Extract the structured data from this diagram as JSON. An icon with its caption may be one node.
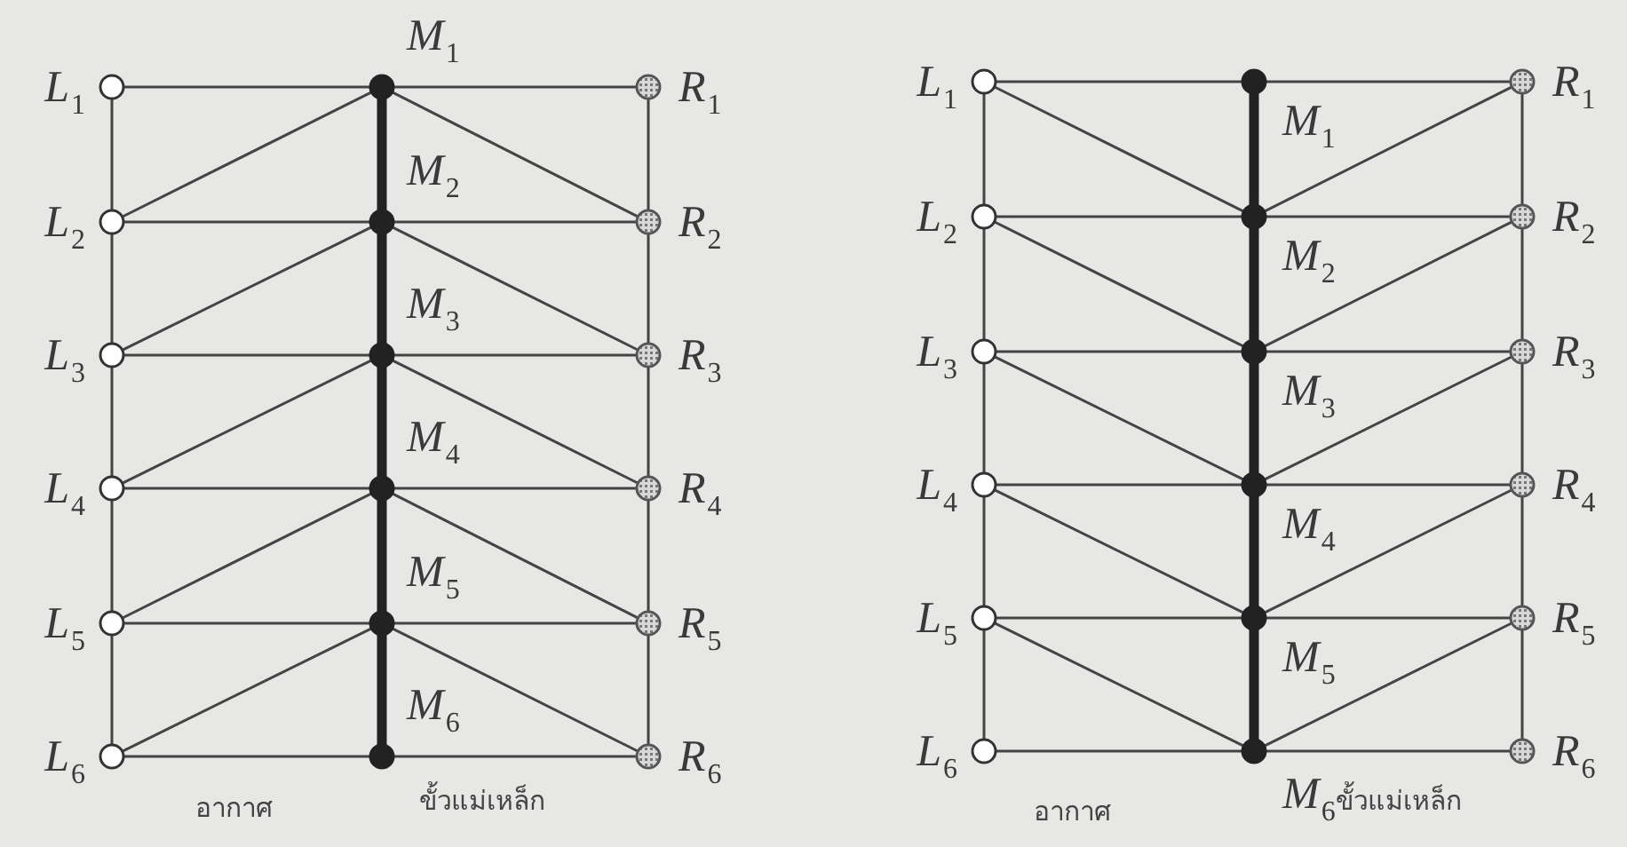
{
  "diagram": {
    "nodes": [
      {
        "text": [],
        "shape": "circle",
        "beside": [
          "*L*$_{1}$"
        ]
      },
      {
        "text": [],
        "shape": "circle",
        "beside": [
          "*L*$_{2}$"
        ]
      },
      {
        "text": [],
        "shape": "circle",
        "beside": [
          "*L*$_{3}$"
        ]
      },
      {
        "text": [],
        "shape": "circle",
        "beside": [
          "*L*$_{4}$"
        ]
      },
      {
        "text": [],
        "shape": "circle",
        "beside": [
          "*L*$_{5}$"
        ]
      },
      {
        "text": [],
        "shape": "circle",
        "beside": [
          "*L*$_{6}$"
        ]
      },
      {
        "text": [],
        "shape": "circle",
        "beside": [
          "*M*$_{1}$"
        ]
      },
      {
        "text": [],
        "shape": "circle",
        "beside": [
          "*M*$_{2}$"
        ]
      },
      {
        "text": [],
        "shape": "circle",
        "beside": [
          "*M*$_{3}$"
        ]
      },
      {
        "text": [],
        "shape": "circle",
        "beside": [
          "*M*$_{4}$"
        ]
      },
      {
        "text": [],
        "shape": "circle",
        "beside": [
          "*M*$_{5}$"
        ]
      },
      {
        "text": [],
        "shape": "circle",
        "beside": [
          "*M*$_{6}$"
        ]
      },
      {
        "text": [],
        "shape": "circle",
        "beside": [
          "*R*$_{1}$"
        ]
      },
      {
        "text": [],
        "shape": "circle",
        "beside": [
          "*R*$_{2}$"
        ]
      },
      {
        "text": [],
        "shape": "circle",
        "beside": [
          "*R*$_{3}$"
        ]
      },
      {
        "text": [],
        "shape": "circle",
        "beside": [
          "*R*$_{4}$"
        ]
      },
      {
        "text": [],
        "shape": "circle",
        "beside": [
          "*R*$_{5}$"
        ]
      },
      {
        "text": [],
        "shape": "circle",
        "beside": [
          "*R*$_{6}$"
        ]
      },
      {
        "text": [],
        "shape": "circle",
        "beside": [
          "*L*$_{1}$"
        ]
      },
      {
        "text": [],
        "shape": "circle",
        "beside": [
          "*L*$_{2}$"
        ]
      },
      {
        "text": [],
        "shape": "circle",
        "beside": [
          "*L*$_{3}$"
        ]
      },
      {
        "text": [],
        "shape": "circle",
        "beside": [
          "*L*$_{4}$"
        ]
      },
      {
        "text": [],
        "shape": "circle",
        "beside": [
          "*L*$_{5}$"
        ]
      },
      {
        "text": [],
        "shape": "circle",
        "beside": [
          "*L*$_{6}$"
        ]
      },
      {
        "text": [],
        "shape": "circle",
        "beside": [
          "*M*$_{1}$"
        ]
      },
      {
        "text": [],
        "shape": "circle",
        "beside": [
          "*M*$_{2}$"
        ]
      },
      {
        "text": [],
        "shape": "circle",
        "beside": [
          "*M*$_{3}$"
        ]
      },
      {
        "text": [],
        "shape": "circle",
        "beside": [
          "*M*$_{4}$"
        ]
      },
      {
        "text": [],
        "shape": "circle",
        "beside": [
          "*M*$_{5}$"
        ]
      },
      {
        "text": [],
        "shape": "circle",
        "beside": [
          "*M*$_{6}$"
        ]
      },
      {
        "text": [],
        "shape": "circle",
        "beside": [
          "*R*$_{1}$"
        ]
      },
      {
        "text": [],
        "shape": "circle",
        "beside": [
          "*R*$_{2}$"
        ]
      },
      {
        "text": [],
        "shape": "circle",
        "beside": [
          "*R*$_{3}$"
        ]
      },
      {
        "text": [],
        "shape": "circle",
        "beside": [
          "*R*$_{4}$"
        ]
      },
      {
        "text": [],
        "shape": "circle",
        "beside": [
          "*R*$_{5}$"
        ]
      },
      {
        "text": [],
        "shape": "circle",
        "beside": [
          "*R*$_{6}$"
        ]
      }
    ],
    "edges": [
      {
        "from": 0,
        "to": 6,
        "arrow": "none"
      },
      {
        "from": 6,
        "to": 12,
        "arrow": "none"
      },
      {
        "from": 1,
        "to": 6,
        "arrow": "none"
      },
      {
        "from": 6,
        "to": 13,
        "arrow": "none"
      },
      {
        "from": 1,
        "to": 7,
        "arrow": "none"
      },
      {
        "from": 7,
        "to": 13,
        "arrow": "none"
      },
      {
        "from": 2,
        "to": 7,
        "arrow": "none"
      },
      {
        "from": 7,
        "to": 14,
        "arrow": "none"
      },
      {
        "from": 2,
        "to": 8,
        "arrow": "none"
      },
      {
        "from": 8,
        "to": 14,
        "arrow": "none"
      },
      {
        "from": 3,
        "to": 8,
        "arrow": "none"
      },
      {
        "from": 8,
        "to": 15,
        "arrow": "none"
      },
      {
        "from": 3,
        "to": 9,
        "arrow": "none"
      },
      {
        "from": 9,
        "to": 15,
        "arrow": "none"
      },
      {
        "from": 4,
        "to": 9,
        "arrow": "none"
      },
      {
        "from": 9,
        "to": 16,
        "arrow": "none"
      },
      {
        "from": 4,
        "to": 10,
        "arrow": "none"
      },
      {
        "from": 10,
        "to": 16,
        "arrow": "none"
      },
      {
        "from": 5,
        "to": 10,
        "arrow": "none"
      },
      {
        "from": 10,
        "to": 17,
        "arrow": "none"
      },
      {
        "from": 5,
        "to": 11,
        "arrow": "none"
      },
      {
        "from": 11,
        "to": 17,
        "arrow": "none"
      },
      {
        "from": 0,
        "to": 1,
        "arrow": "none"
      },
      {
        "from": 1,
        "to": 2,
        "arrow": "none"
      },
      {
        "from": 2,
        "to": 3,
        "arrow": "none"
      },
      {
        "from": 3,
        "to": 4,
        "arrow": "none"
      },
      {
        "from": 4,
        "to": 5,
        "arrow": "none"
      },
      {
        "from": 6,
        "to": 7,
        "arrow": "none",
        "style": "thick"
      },
      {
        "from": 7,
        "to": 8,
        "arrow": "none",
        "style": "thick"
      },
      {
        "from": 8,
        "to": 9,
        "arrow": "none",
        "style": "thick"
      },
      {
        "from": 9,
        "to": 10,
        "arrow": "none",
        "style": "thick"
      },
      {
        "from": 10,
        "to": 11,
        "arrow": "none",
        "style": "thick"
      },
      {
        "from": 12,
        "to": 13,
        "arrow": "none"
      },
      {
        "from": 13,
        "to": 14,
        "arrow": "none"
      },
      {
        "from": 14,
        "to": 15,
        "arrow": "none"
      },
      {
        "from": 15,
        "to": 16,
        "arrow": "none"
      },
      {
        "from": 16,
        "to": 17,
        "arrow": "none"
      },
      {
        "from": 18,
        "to": 24,
        "arrow": "none"
      },
      {
        "from": 24,
        "to": 30,
        "arrow": "none"
      },
      {
        "from": 18,
        "to": 25,
        "arrow": "none"
      },
      {
        "from": 25,
        "to": 30,
        "arrow": "none"
      },
      {
        "from": 19,
        "to": 25,
        "arrow": "none"
      },
      {
        "from": 25,
        "to": 31,
        "arrow": "none"
      },
      {
        "from": 19,
        "to": 26,
        "arrow": "none"
      },
      {
        "from": 26,
        "to": 31,
        "arrow": "none"
      },
      {
        "from": 20,
        "to": 26,
        "arrow": "none"
      },
      {
        "from": 26,
        "to": 32,
        "arrow": "none"
      },
      {
        "from": 20,
        "to": 27,
        "arrow": "none"
      },
      {
        "from": 27,
        "to": 32,
        "arrow": "none"
      },
      {
        "from": 21,
        "to": 27,
        "arrow": "none"
      },
      {
        "from": 27,
        "to": 33,
        "arrow": "none"
      },
      {
        "from": 21,
        "to": 28,
        "arrow": "none"
      },
      {
        "from": 28,
        "to": 33,
        "arrow": "none"
      },
      {
        "from": 22,
        "to": 28,
        "arrow": "none"
      },
      {
        "from": 28,
        "to": 34,
        "arrow": "none"
      },
      {
        "from": 22,
        "to": 29,
        "arrow": "none"
      },
      {
        "from": 29,
        "to": 34,
        "arrow": "none"
      },
      {
        "from": 23,
        "to": 29,
        "arrow": "none"
      },
      {
        "from": 29,
        "to": 35,
        "arrow": "none"
      },
      {
        "from": 18,
        "to": 19,
        "arrow": "none"
      },
      {
        "from": 19,
        "to": 20,
        "arrow": "none"
      },
      {
        "from": 20,
        "to": 21,
        "arrow": "none"
      },
      {
        "from": 21,
        "to": 22,
        "arrow": "none"
      },
      {
        "from": 22,
        "to": 23,
        "arrow": "none"
      },
      {
        "from": 24,
        "to": 25,
        "arrow": "none",
        "style": "thick"
      },
      {
        "from": 25,
        "to": 26,
        "arrow": "none",
        "style": "thick"
      },
      {
        "from": 26,
        "to": 27,
        "arrow": "none",
        "style": "thick"
      },
      {
        "from": 27,
        "to": 28,
        "arrow": "none",
        "style": "thick"
      },
      {
        "from": 28,
        "to": 29,
        "arrow": "none",
        "style": "thick"
      },
      {
        "from": 30,
        "to": 31,
        "arrow": "none"
      },
      {
        "from": 31,
        "to": 32,
        "arrow": "none"
      },
      {
        "from": 32,
        "to": 33,
        "arrow": "none"
      },
      {
        "from": 33,
        "to": 34,
        "arrow": "none"
      },
      {
        "from": 34,
        "to": 35,
        "arrow": "none"
      }
    ],
    "labels": [
      "อากาศ",
      "ขั้วแม่เหล็ก",
      "อากาศ",
      "ขั้วแม่เหล็ก"
    ]
  }
}
